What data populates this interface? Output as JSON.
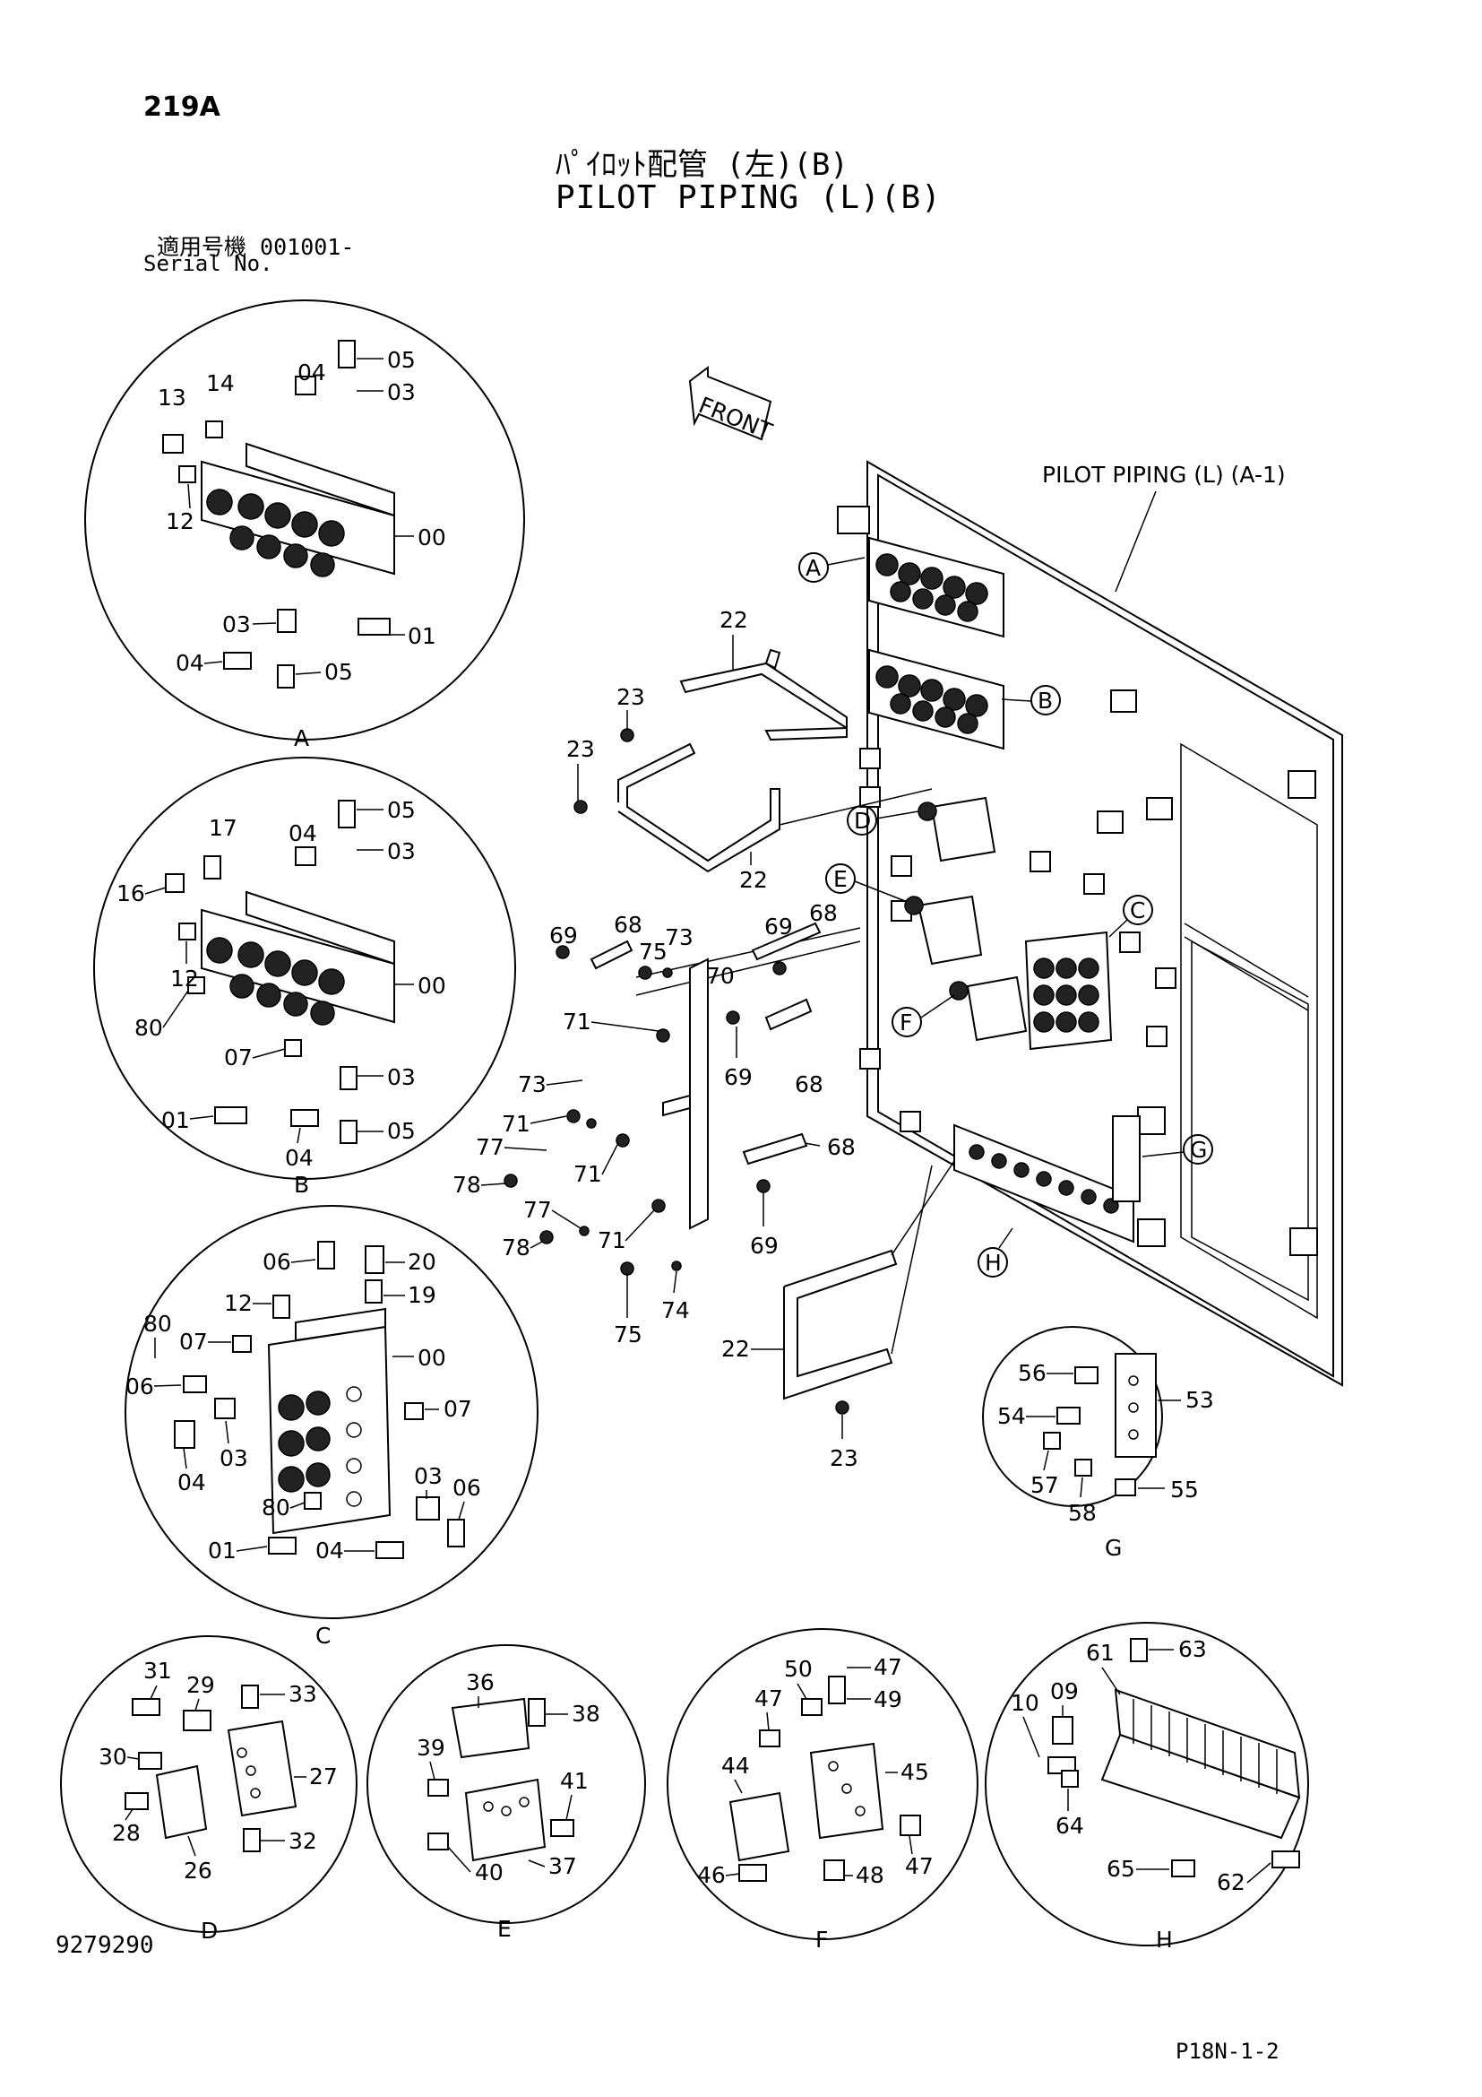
{
  "header": {
    "sheet_id": "219A",
    "title_jp": "ﾊﾟｲﾛｯﾄ配管 (左)(B)",
    "title_en": "PILOT PIPING (L)(B)",
    "serial_label_jp": "適用号機  001001-",
    "serial_label_en": "Serial No."
  },
  "footer": {
    "doc_number": "9279290",
    "page_code": "P18N-1-2"
  },
  "main": {
    "front_label": "FRONT",
    "reference_label": "PILOT PIPING (L) (A-1)",
    "detail_markers": [
      "A",
      "B",
      "C",
      "D",
      "E",
      "F",
      "G",
      "H"
    ]
  },
  "details": {
    "A": {
      "parts": [
        "13",
        "14",
        "04",
        "05",
        "03",
        "12",
        "00",
        "03",
        "04",
        "05",
        "01"
      ]
    },
    "B": {
      "parts": [
        "17",
        "04",
        "05",
        "03",
        "16",
        "12",
        "00",
        "80",
        "07",
        "03",
        "01",
        "04",
        "05"
      ]
    },
    "C": {
      "parts": [
        "06",
        "20",
        "19",
        "12",
        "80",
        "07",
        "00",
        "06",
        "07",
        "03",
        "04",
        "03",
        "06",
        "80",
        "01",
        "04"
      ]
    },
    "D": {
      "parts": [
        "31",
        "29",
        "33",
        "30",
        "27",
        "28",
        "26",
        "32"
      ]
    },
    "E": {
      "parts": [
        "36",
        "38",
        "39",
        "41",
        "40",
        "37"
      ]
    },
    "F": {
      "parts": [
        "50",
        "47",
        "49",
        "47",
        "44",
        "45",
        "47",
        "46",
        "48"
      ]
    },
    "G": {
      "parts": [
        "56",
        "53",
        "54",
        "57",
        "58",
        "55"
      ]
    },
    "H": {
      "parts": [
        "61",
        "63",
        "10",
        "09",
        "64",
        "65",
        "62"
      ]
    }
  },
  "main_parts": [
    "22",
    "23",
    "23",
    "22",
    "69",
    "68",
    "75",
    "73",
    "70",
    "69",
    "68",
    "71",
    "73",
    "71",
    "69",
    "68",
    "77",
    "78",
    "71",
    "68",
    "77",
    "78",
    "71",
    "69",
    "75",
    "74",
    "22",
    "23"
  ]
}
